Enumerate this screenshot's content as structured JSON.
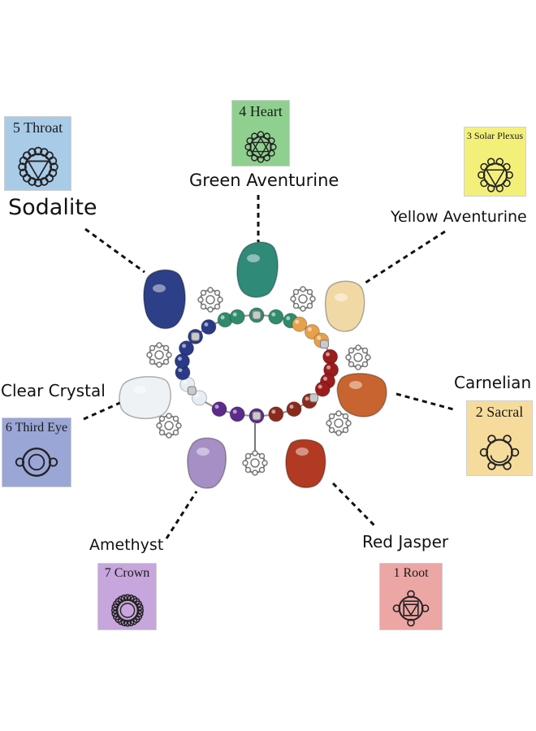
{
  "stones": [
    {
      "id": "sodalite",
      "label": "Sodalite",
      "color": "#2d3f86"
    },
    {
      "id": "green-aventurine",
      "label": "Green Aventurine",
      "color": "#2f8a78"
    },
    {
      "id": "yellow-aventurine",
      "label": "Yellow Aventurine",
      "color": "#f1d9a6"
    },
    {
      "id": "clear-crystal",
      "label": "Clear Crystal",
      "color": "#eef2f5"
    },
    {
      "id": "carnelian",
      "label": "Carnelian",
      "color": "#c8642f"
    },
    {
      "id": "amethyst",
      "label": "Amethyst",
      "color": "#a58fc4"
    },
    {
      "id": "red-jasper",
      "label": "Red Jasper",
      "color": "#b23a22"
    }
  ],
  "chakras": [
    {
      "id": "throat",
      "label": "5 Throat",
      "bg": "#a8cbe8",
      "symbol": "throat-chakra-icon"
    },
    {
      "id": "heart",
      "label": "4 Heart",
      "bg": "#8fd08f",
      "symbol": "heart-chakra-icon"
    },
    {
      "id": "solar-plexus",
      "label": "3 Solar Plexus",
      "bg": "#f3f07a",
      "symbol": "solar-plexus-chakra-icon"
    },
    {
      "id": "third-eye",
      "label": "6 Third Eye",
      "bg": "#9aa6d6",
      "symbol": "third-eye-chakra-icon"
    },
    {
      "id": "sacral",
      "label": "2 Sacral",
      "bg": "#f6dc9c",
      "symbol": "sacral-chakra-icon"
    },
    {
      "id": "crown",
      "label": "7 Crown",
      "bg": "#c6a6dc",
      "symbol": "crown-chakra-icon"
    },
    {
      "id": "root",
      "label": "1 Root",
      "bg": "#eca6a4",
      "symbol": "root-chakra-icon"
    }
  ],
  "bracelet": {
    "bead_colors": [
      "#2a3a86",
      "#2f8a6e",
      "#e8a04a",
      "#9b1c1c",
      "#5b2a8a",
      "#e6eef5"
    ]
  }
}
